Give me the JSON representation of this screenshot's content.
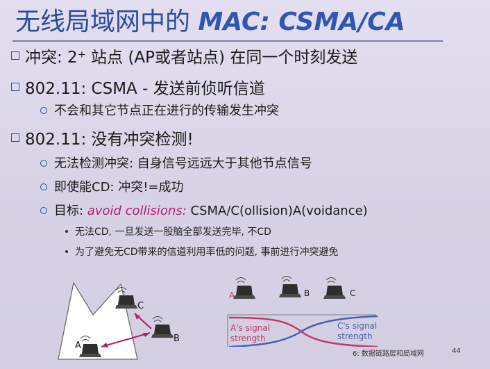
{
  "title": {
    "prefix": "无线局域网中的 ",
    "mac": "MAC: CSMA/CA"
  },
  "bullets": [
    {
      "text": "冲突: 2⁺ 站点 (AP或者站点) 在同一个时刻发送"
    },
    {
      "text": "802.11: CSMA - 发送前侦听信道"
    },
    {
      "text": "不会和其它节点正在进行的传输发生冲突"
    },
    {
      "text": "802.11: 没有冲突检测!"
    },
    {
      "text": "无法检测冲突: 自身信号远远大于其他节点信号"
    },
    {
      "text": "即使能CD: 冲突!=成功"
    },
    {
      "prefix": "目标: ",
      "em": "avoid collisions:",
      "suffix": " CSMA/C(ollision)A(voidance)"
    },
    {
      "text": "无法CD, 一旦发送一股脑全部发送完毕, 不CD"
    },
    {
      "text": "为了避免无CD带来的信道利用率低的问题, 事前进行冲突避免"
    }
  ],
  "figure_left": {
    "label_a": "A",
    "label_b": "B",
    "label_c": "C"
  },
  "figure_right": {
    "label_a": "A",
    "label_b": "B",
    "label_c": "C",
    "a_signal_line1": "A's signal",
    "a_signal_line2": "strength",
    "c_signal_line1": "C's signal",
    "c_signal_line2": "strength"
  },
  "footer": {
    "chapter": "6: 数据链路层和局域网",
    "page": "44"
  },
  "colors": {
    "title": "#2a4c9c",
    "emphasis": "#b21f6e",
    "a_curve": "#c23a6c",
    "c_curve": "#4a5fb0"
  }
}
